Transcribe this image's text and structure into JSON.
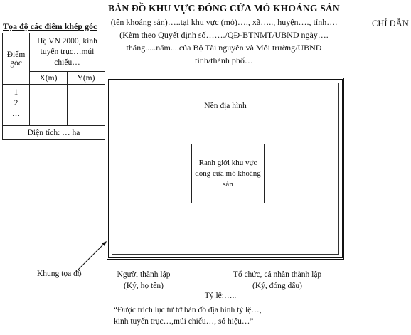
{
  "header": {
    "title": "BẢN ĐỒ KHU VỰC ĐÓNG CỬA MỎ KHOÁNG SẢN",
    "line1": "(tên khoáng sản)…..tại khu vực (mỏ)…., xã….., huyện…., tỉnh….",
    "line2": "(Kèm theo Quyết định số……./QĐ-BTNMT/UBND ngày….",
    "line3": "tháng.....năm....của Bộ Tài nguyên và Môi trường/UBND",
    "line4": "tỉnh/thành phố…"
  },
  "legend": {
    "heading": "CHỈ DẪN"
  },
  "coordinate_table": {
    "title": "Tọa độ các điểm khép góc",
    "point_header": "Điểm góc",
    "system_header": "Hệ VN 2000, kinh tuyến trục…múi chiếu…",
    "x_header": "X(m)",
    "y_header": "Y(m)",
    "rows": [
      "1",
      "2",
      "…"
    ],
    "area": "Diện tích: … ha"
  },
  "map": {
    "terrain_label": "Nền địa hình",
    "boundary_label": "Ranh giới khu vực đóng cửa mỏ khoáng sản",
    "frame_label": "Khung tọa độ"
  },
  "signatures": {
    "maker_title": "Người thành lập",
    "maker_note": "(Ký, họ tên)",
    "org_title": "Tổ chức, cá nhân thành lập",
    "org_note": "(Ký, đóng dấu)"
  },
  "footer": {
    "scale": "Tỷ lệ:…..",
    "quote_line1": "“Được trích lục từ tờ  bản đồ địa hình tỷ lệ…,",
    "quote_line2": "kinh tuyến trục…,múi chiếu…, số hiệu…”"
  }
}
